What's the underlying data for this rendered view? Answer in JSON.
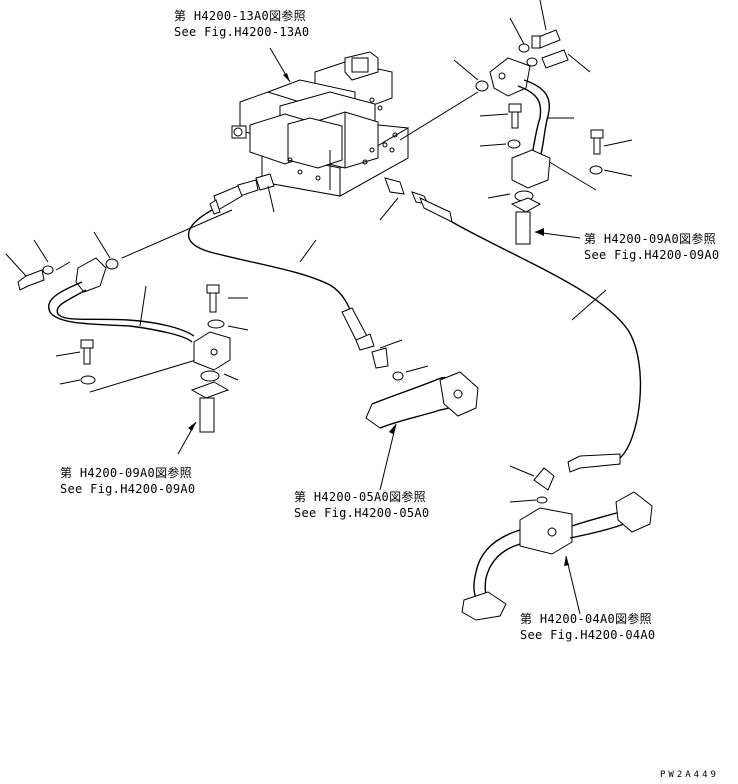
{
  "references": [
    {
      "id": "ref-13A0",
      "jp": "第 H4200-13A0図参照",
      "en": "See Fig.H4200-13A0"
    },
    {
      "id": "ref-09A0-right",
      "jp": "第 H4200-09A0図参照",
      "en": "See Fig.H4200-09A0"
    },
    {
      "id": "ref-09A0-left",
      "jp": "第 H4200-09A0図参照",
      "en": "See Fig.H4200-09A0"
    },
    {
      "id": "ref-05A0",
      "jp": "第 H4200-05A0図参照",
      "en": "See Fig.H4200-05A0"
    },
    {
      "id": "ref-04A0",
      "jp": "第 H4200-04A0図参照",
      "en": "See Fig.H4200-04A0"
    }
  ],
  "drawing_code": "PW2A449"
}
